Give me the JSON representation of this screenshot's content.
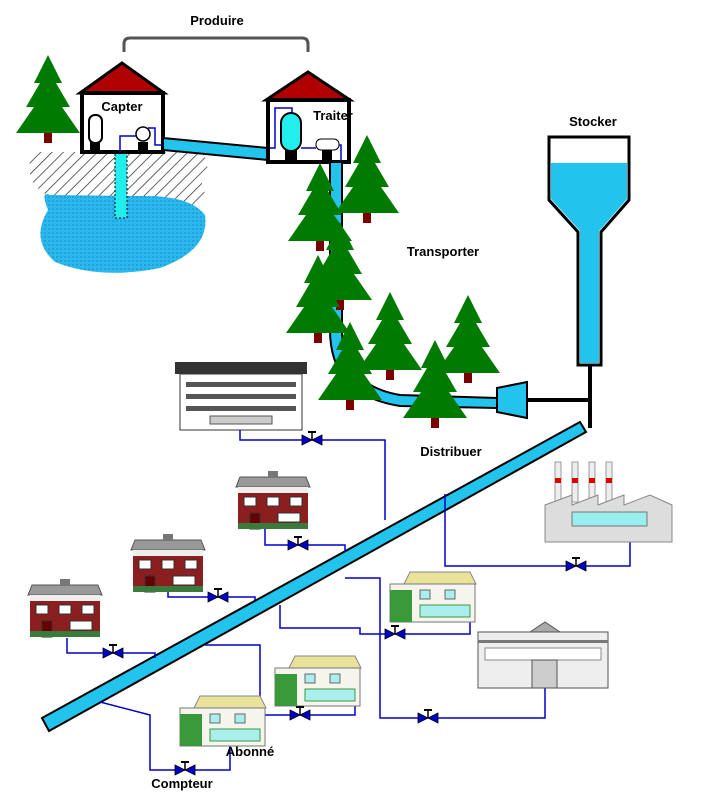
{
  "labels": {
    "produce": "Produire",
    "capture": "Capter",
    "treat": "Traiter",
    "store": "Stocker",
    "transport": "Transporter",
    "distribute": "Distribuer",
    "subscriber": "Abonné",
    "meter": "Compteur"
  },
  "colors": {
    "water": "#22c4ee",
    "lake": "#2ab8ee",
    "tree": "#007a00",
    "trunk": "#7a0000",
    "roof": "#b00000",
    "service_line": "#0000cc"
  }
}
